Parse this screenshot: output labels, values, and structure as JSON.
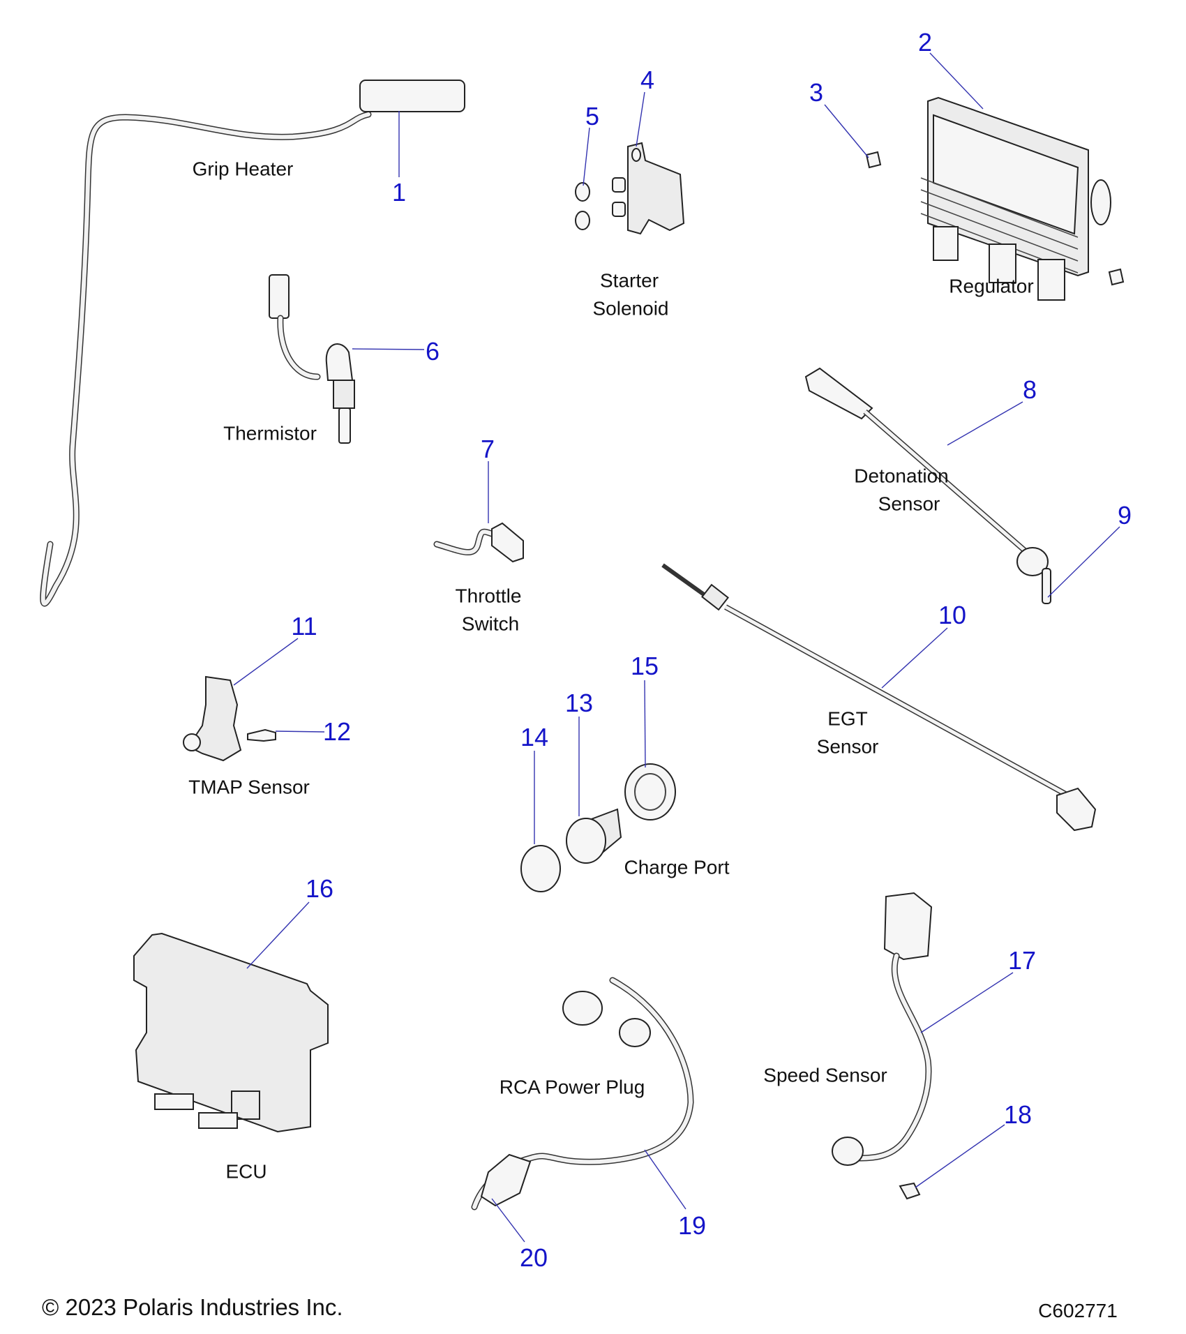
{
  "diagram": {
    "callout_color": "#1414c8",
    "parts": [
      {
        "callout": "1",
        "group": "Grip Heater"
      },
      {
        "callout": "2",
        "group": "Regulator"
      },
      {
        "callout": "3",
        "group": "Regulator"
      },
      {
        "callout": "4",
        "group": "Starter Solenoid"
      },
      {
        "callout": "5",
        "group": "Starter Solenoid"
      },
      {
        "callout": "6",
        "group": "Thermistor"
      },
      {
        "callout": "7",
        "group": "Throttle Switch"
      },
      {
        "callout": "8",
        "group": "Detonation Sensor"
      },
      {
        "callout": "9",
        "group": "Detonation Sensor"
      },
      {
        "callout": "10",
        "group": "EGT Sensor"
      },
      {
        "callout": "11",
        "group": "TMAP Sensor"
      },
      {
        "callout": "12",
        "group": "TMAP Sensor"
      },
      {
        "callout": "13",
        "group": "Charge Port"
      },
      {
        "callout": "14",
        "group": "Charge Port"
      },
      {
        "callout": "15",
        "group": "Charge Port"
      },
      {
        "callout": "16",
        "group": "ECU"
      },
      {
        "callout": "17",
        "group": "Speed Sensor"
      },
      {
        "callout": "18",
        "group": "Speed Sensor"
      },
      {
        "callout": "19",
        "group": "RCA Power Plug"
      },
      {
        "callout": "20",
        "group": "RCA Power Plug"
      }
    ],
    "labels": {
      "grip_heater": "Grip Heater",
      "starter_line1": "Starter",
      "starter_line2": "Solenoid",
      "regulator": "Regulator",
      "thermistor": "Thermistor",
      "throttle_line1": "Throttle",
      "throttle_line2": "Switch",
      "detonation_line1": "Detonation",
      "detonation_line2": "Sensor",
      "egt_line1": "EGT",
      "egt_line2": "Sensor",
      "tmap": "TMAP Sensor",
      "charge_port": "Charge Port",
      "ecu": "ECU",
      "speed_sensor": "Speed Sensor",
      "rca_power_plug": "RCA Power Plug"
    }
  },
  "footer": {
    "copyright": "© 2023 Polaris Industries Inc.",
    "drawing_id": "C602771"
  }
}
